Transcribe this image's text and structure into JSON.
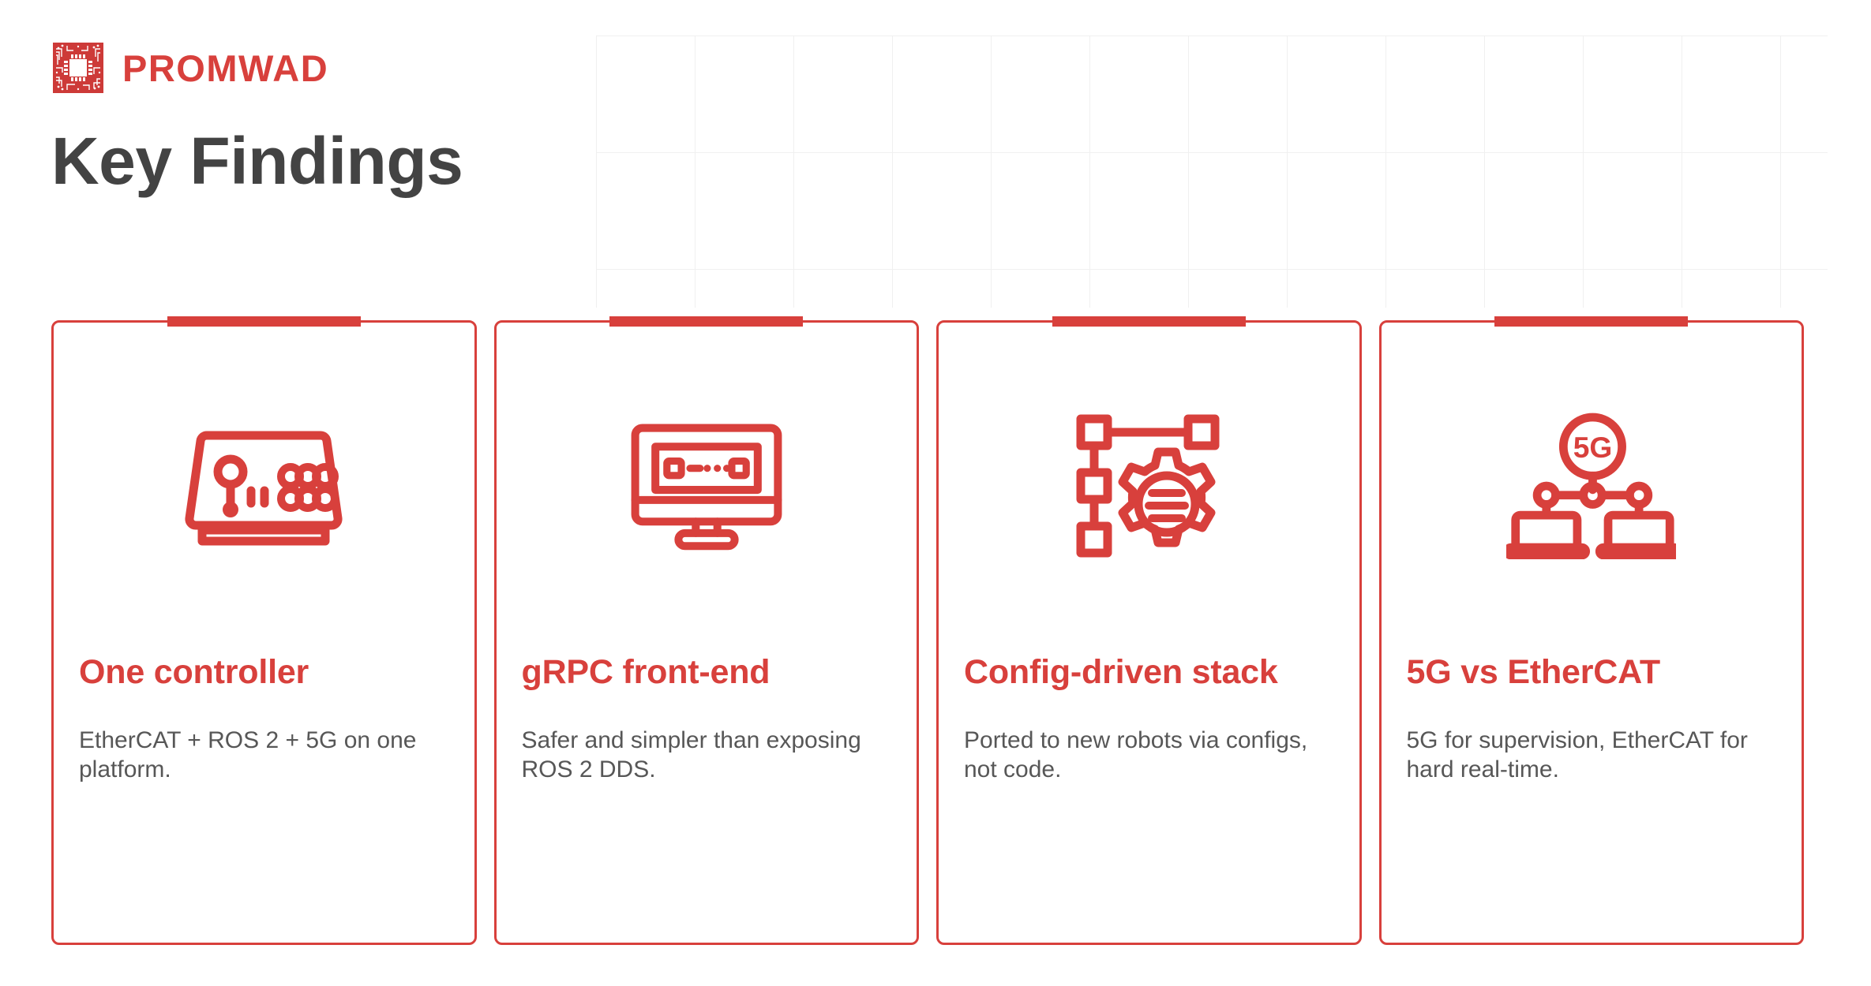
{
  "brand": {
    "logo_icon": "pcb-chip-icon",
    "name": "PROMWAD",
    "color": "#d8403c"
  },
  "page": {
    "title": "Key Findings",
    "title_color": "#434343",
    "background": "#ffffff",
    "accent_color": "#d8403c",
    "body_text_color": "#575757"
  },
  "cards": [
    {
      "icon": "control-panel-icon",
      "title": "One controller",
      "body": "EtherCAT + ROS 2 + 5G on one platform."
    },
    {
      "icon": "monitor-icon",
      "title": "gRPC front-end",
      "body": "Safer and simpler than exposing ROS 2 DDS."
    },
    {
      "icon": "config-gear-icon",
      "title": "Config-driven stack",
      "body": "Ported to new robots via configs, not code."
    },
    {
      "icon": "5g-network-icon",
      "title": "5G vs EtherCAT",
      "body": "5G for supervision, EtherCAT for hard real-time."
    }
  ]
}
